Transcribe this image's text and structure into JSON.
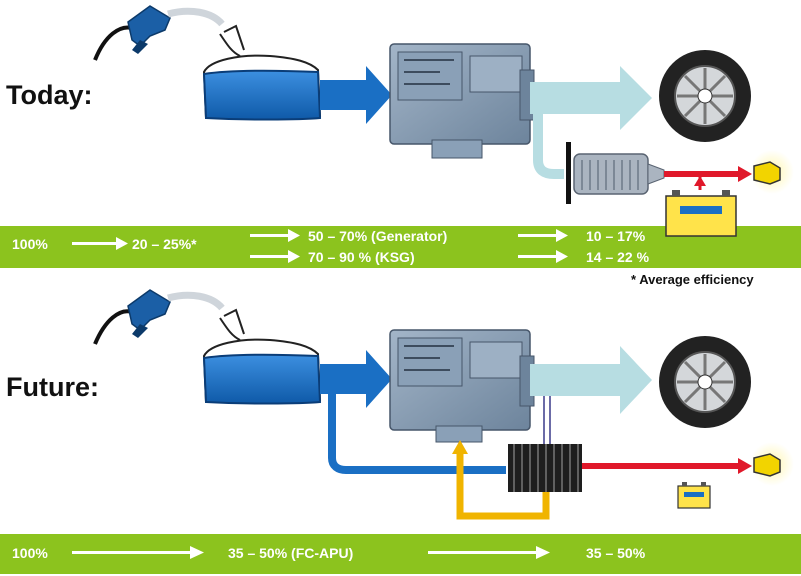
{
  "colors": {
    "band": "#8cc31e",
    "fuel": "#1a6fc4",
    "mechanical": "#b7dde2",
    "electric": "#e0182a",
    "heat": "#f0b400",
    "engine": "#7f95ad"
  },
  "today": {
    "label": "Today:",
    "eff_fuel": "100%",
    "eff_engine": "20 – 25%*",
    "eff_generator": "50 – 70%  (Generator)",
    "eff_ksg": "70 – 90 %  (KSG)",
    "eff_out_gen": "10 – 17%",
    "eff_out_ksg": "14 – 22 %"
  },
  "note": "*  Average efficiency",
  "future": {
    "label": "Future:",
    "eff_fuel": "100%",
    "eff_apu": "35 – 50% (FC-APU)",
    "eff_out": "35 – 50%"
  },
  "icons": [
    "fuel-nozzle-icon",
    "fuel-tank-icon",
    "engine-icon",
    "wheel-icon",
    "generator-icon",
    "battery-icon",
    "headlight-bulb-icon",
    "fuel-cell-apu-icon"
  ]
}
